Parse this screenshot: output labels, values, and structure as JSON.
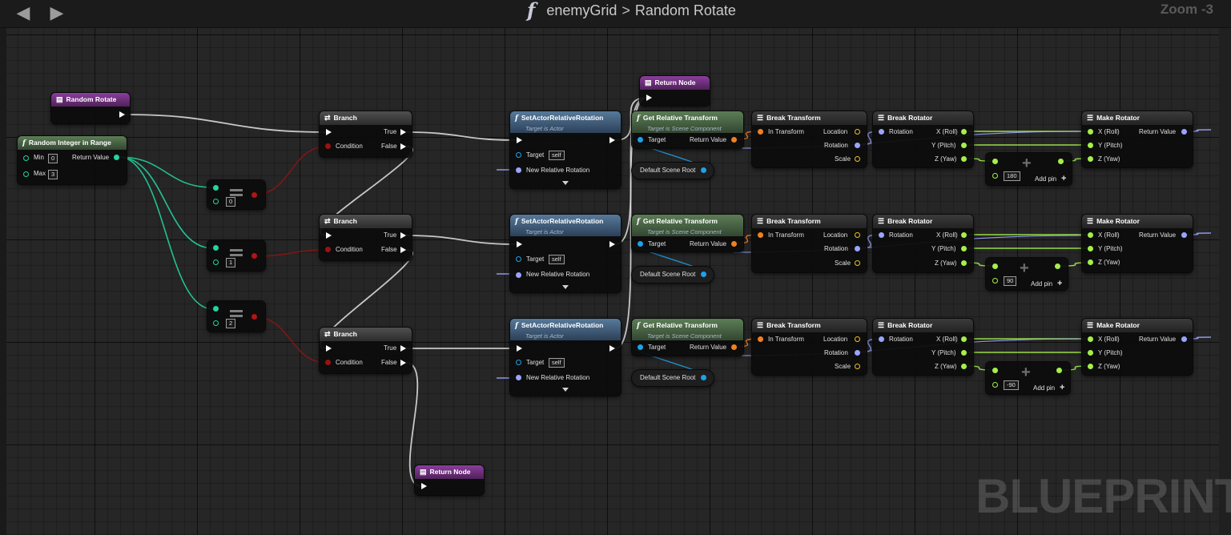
{
  "toolbar": {
    "back_icon": "back-arrow-icon",
    "forward_icon": "forward-arrow-icon",
    "function_icon": "function-f-icon",
    "graph_name": "enemyGrid",
    "separator": ">",
    "function_name": "Random Rotate",
    "zoom": "Zoom -3"
  },
  "watermark": "BLUEPRINT",
  "entry": {
    "title": "Random Rotate"
  },
  "random_int": {
    "title": "Random Integer in Range",
    "min_label": "Min",
    "min_value": "0",
    "max_label": "Max",
    "max_value": "3",
    "return_label": "Return Value"
  },
  "equals": [
    {
      "value": "0"
    },
    {
      "value": "1"
    },
    {
      "value": "2"
    }
  ],
  "branches": [
    {
      "title": "Branch",
      "true_label": "True",
      "false_label": "False",
      "condition_label": "Condition"
    },
    {
      "title": "Branch",
      "true_label": "True",
      "false_label": "False",
      "condition_label": "Condition"
    },
    {
      "title": "Branch",
      "true_label": "True",
      "false_label": "False",
      "condition_label": "Condition"
    }
  ],
  "set_rot": [
    {
      "title": "SetActorRelativeRotation",
      "subtitle": "Target is Actor",
      "target_label": "Target",
      "target_value": "self",
      "rotation_label": "New Relative Rotation"
    },
    {
      "title": "SetActorRelativeRotation",
      "subtitle": "Target is Actor",
      "target_label": "Target",
      "target_value": "self",
      "rotation_label": "New Relative Rotation"
    },
    {
      "title": "SetActorRelativeRotation",
      "subtitle": "Target is Actor",
      "target_label": "Target",
      "target_value": "self",
      "rotation_label": "New Relative Rotation"
    }
  ],
  "get_rel": [
    {
      "title": "Get Relative Transform",
      "subtitle": "Target is Scene Component",
      "target_label": "Target",
      "return_label": "Return Value"
    },
    {
      "title": "Get Relative Transform",
      "subtitle": "Target is Scene Component",
      "target_label": "Target",
      "return_label": "Return Value"
    },
    {
      "title": "Get Relative Transform",
      "subtitle": "Target is Scene Component",
      "target_label": "Target",
      "return_label": "Return Value"
    }
  ],
  "scene_root": [
    {
      "label": "Default Scene Root"
    },
    {
      "label": "Default Scene Root"
    },
    {
      "label": "Default Scene Root"
    }
  ],
  "break_transform": [
    {
      "title": "Break Transform",
      "input_label": "In Transform",
      "location_label": "Location",
      "rotation_label": "Rotation",
      "scale_label": "Scale"
    },
    {
      "title": "Break Transform",
      "input_label": "In Transform",
      "location_label": "Location",
      "rotation_label": "Rotation",
      "scale_label": "Scale"
    },
    {
      "title": "Break Transform",
      "input_label": "In Transform",
      "location_label": "Location",
      "rotation_label": "Rotation",
      "scale_label": "Scale"
    }
  ],
  "break_rotator": [
    {
      "title": "Break Rotator",
      "input_label": "Rotation",
      "x_label": "X (Roll)",
      "y_label": "Y (Pitch)",
      "z_label": "Z (Yaw)"
    },
    {
      "title": "Break Rotator",
      "input_label": "Rotation",
      "x_label": "X (Roll)",
      "y_label": "Y (Pitch)",
      "z_label": "Z (Yaw)"
    },
    {
      "title": "Break Rotator",
      "input_label": "Rotation",
      "x_label": "X (Roll)",
      "y_label": "Y (Pitch)",
      "z_label": "Z (Yaw)"
    }
  ],
  "add_nodes": [
    {
      "value": "180",
      "add_pin_label": "Add pin"
    },
    {
      "value": "90",
      "add_pin_label": "Add pin"
    },
    {
      "value": "-90",
      "add_pin_label": "Add pin"
    }
  ],
  "make_rotator": [
    {
      "title": "Make Rotator",
      "x_label": "X (Roll)",
      "y_label": "Y (Pitch)",
      "z_label": "Z (Yaw)",
      "return_label": "Return Value"
    },
    {
      "title": "Make Rotator",
      "x_label": "X (Roll)",
      "y_label": "Y (Pitch)",
      "z_label": "Z (Yaw)",
      "return_label": "Return Value"
    },
    {
      "title": "Make Rotator",
      "x_label": "X (Roll)",
      "y_label": "Y (Pitch)",
      "z_label": "Z (Yaw)",
      "return_label": "Return Value"
    }
  ],
  "return_nodes": [
    {
      "title": "Return Node"
    },
    {
      "title": "Return Node"
    }
  ],
  "colors": {
    "exec": "#ffffff",
    "bool": "#9b1111",
    "int": "#23d4a0",
    "float": "#a5ef4a",
    "rotator": "#9aa4ff",
    "transform": "#f08020",
    "object": "#1fa0e8",
    "vector": "#f0c020",
    "header_function": "#5c7d56",
    "header_entry": "#8b3e9d",
    "header_call": "#57799b"
  }
}
